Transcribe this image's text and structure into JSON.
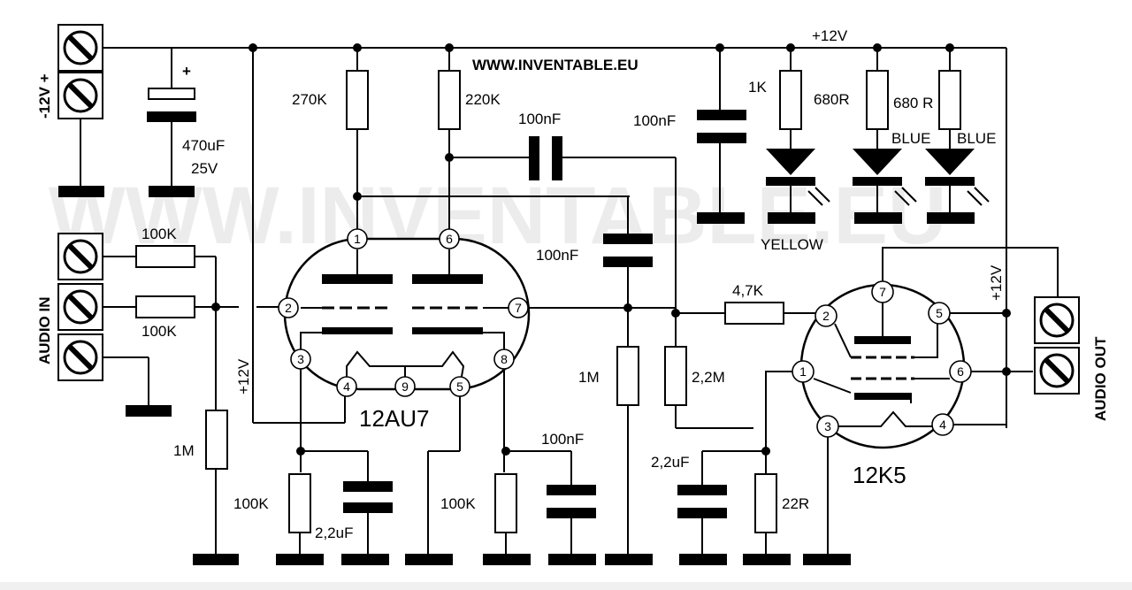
{
  "site": "WWW.INVENTABLE.EU",
  "watermark": "WWW.INVENTABLE.EU",
  "connectors": {
    "power": "-12V +",
    "audio_in": "AUDIO IN",
    "audio_out": "AUDIO OUT"
  },
  "rails": {
    "top": "+12V",
    "mid_vertical": "+12V",
    "right_vertical": "+12V"
  },
  "components": {
    "c_supply_plus": "+",
    "c_supply_value": "470uF",
    "c_supply_voltage": "25V",
    "r_in1": "100K",
    "r_in2": "100K",
    "r_gnd_in": "1M",
    "r_plate1": "270K",
    "r_plate2": "220K",
    "c_couple1": "100nF",
    "c_couple2": "100nF",
    "c_rail": "100nF",
    "r_led1": "1K",
    "r_led2": "680R",
    "r_led3": "680 R",
    "led1_color": "YELLOW",
    "led2_color": "BLUE",
    "led3_color": "BLUE",
    "r_grid2": "1M",
    "r_grid3": "2,2M",
    "r_series": "4,7K",
    "r_cath1": "100K",
    "c_cath1": "2,2uF",
    "r_cath2": "100K",
    "c_cath2": "100nF",
    "c_cath3": "2,2uF",
    "r_cath3": "22R"
  },
  "tubes": {
    "tube1": "12AU7",
    "tube2": "12K5"
  },
  "pins": {
    "t1": [
      "1",
      "6",
      "2",
      "7",
      "3",
      "8",
      "4",
      "9",
      "5"
    ],
    "t2": [
      "7",
      "2",
      "5",
      "1",
      "6",
      "3",
      "4"
    ]
  }
}
